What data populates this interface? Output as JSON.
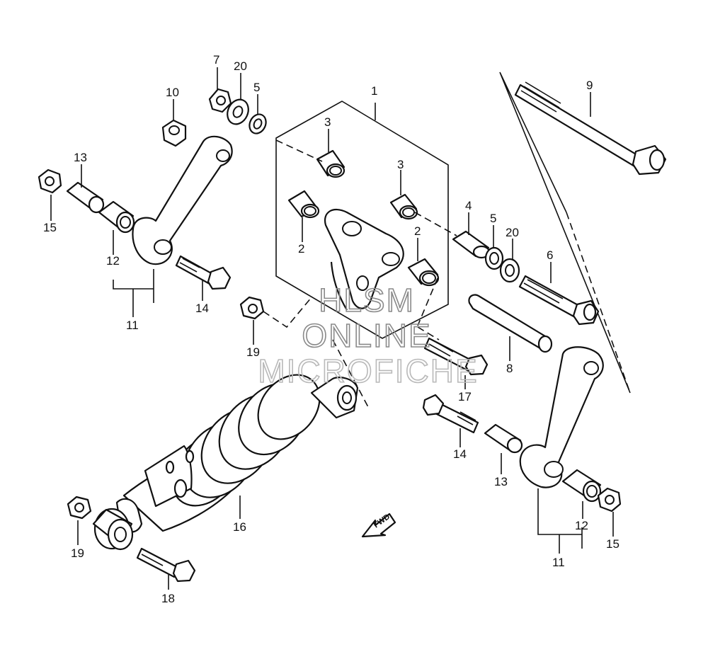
{
  "watermark": {
    "line1": "HLSM",
    "line2": "ONLINE",
    "line3": "MICROFICHE"
  },
  "fwd_label": "FWD",
  "callouts": [
    {
      "id": "c1",
      "text": "1"
    },
    {
      "id": "c2a",
      "text": "2"
    },
    {
      "id": "c2b",
      "text": "2"
    },
    {
      "id": "c3a",
      "text": "3"
    },
    {
      "id": "c3b",
      "text": "3"
    },
    {
      "id": "c4",
      "text": "4"
    },
    {
      "id": "c5a",
      "text": "5"
    },
    {
      "id": "c5b",
      "text": "5"
    },
    {
      "id": "c6",
      "text": "6"
    },
    {
      "id": "c7",
      "text": "7"
    },
    {
      "id": "c8",
      "text": "8"
    },
    {
      "id": "c9",
      "text": "9"
    },
    {
      "id": "c10",
      "text": "10"
    },
    {
      "id": "c11a",
      "text": "11"
    },
    {
      "id": "c11b",
      "text": "11"
    },
    {
      "id": "c12a",
      "text": "12"
    },
    {
      "id": "c12b",
      "text": "12"
    },
    {
      "id": "c13a",
      "text": "13"
    },
    {
      "id": "c13b",
      "text": "13"
    },
    {
      "id": "c14a",
      "text": "14"
    },
    {
      "id": "c14b",
      "text": "14"
    },
    {
      "id": "c15a",
      "text": "15"
    },
    {
      "id": "c15b",
      "text": "15"
    },
    {
      "id": "c16",
      "text": "16"
    },
    {
      "id": "c17",
      "text": "17"
    },
    {
      "id": "c18",
      "text": "18"
    },
    {
      "id": "c19a",
      "text": "19"
    },
    {
      "id": "c19b",
      "text": "19"
    },
    {
      "id": "c20a",
      "text": "20"
    },
    {
      "id": "c20b",
      "text": "20"
    }
  ]
}
